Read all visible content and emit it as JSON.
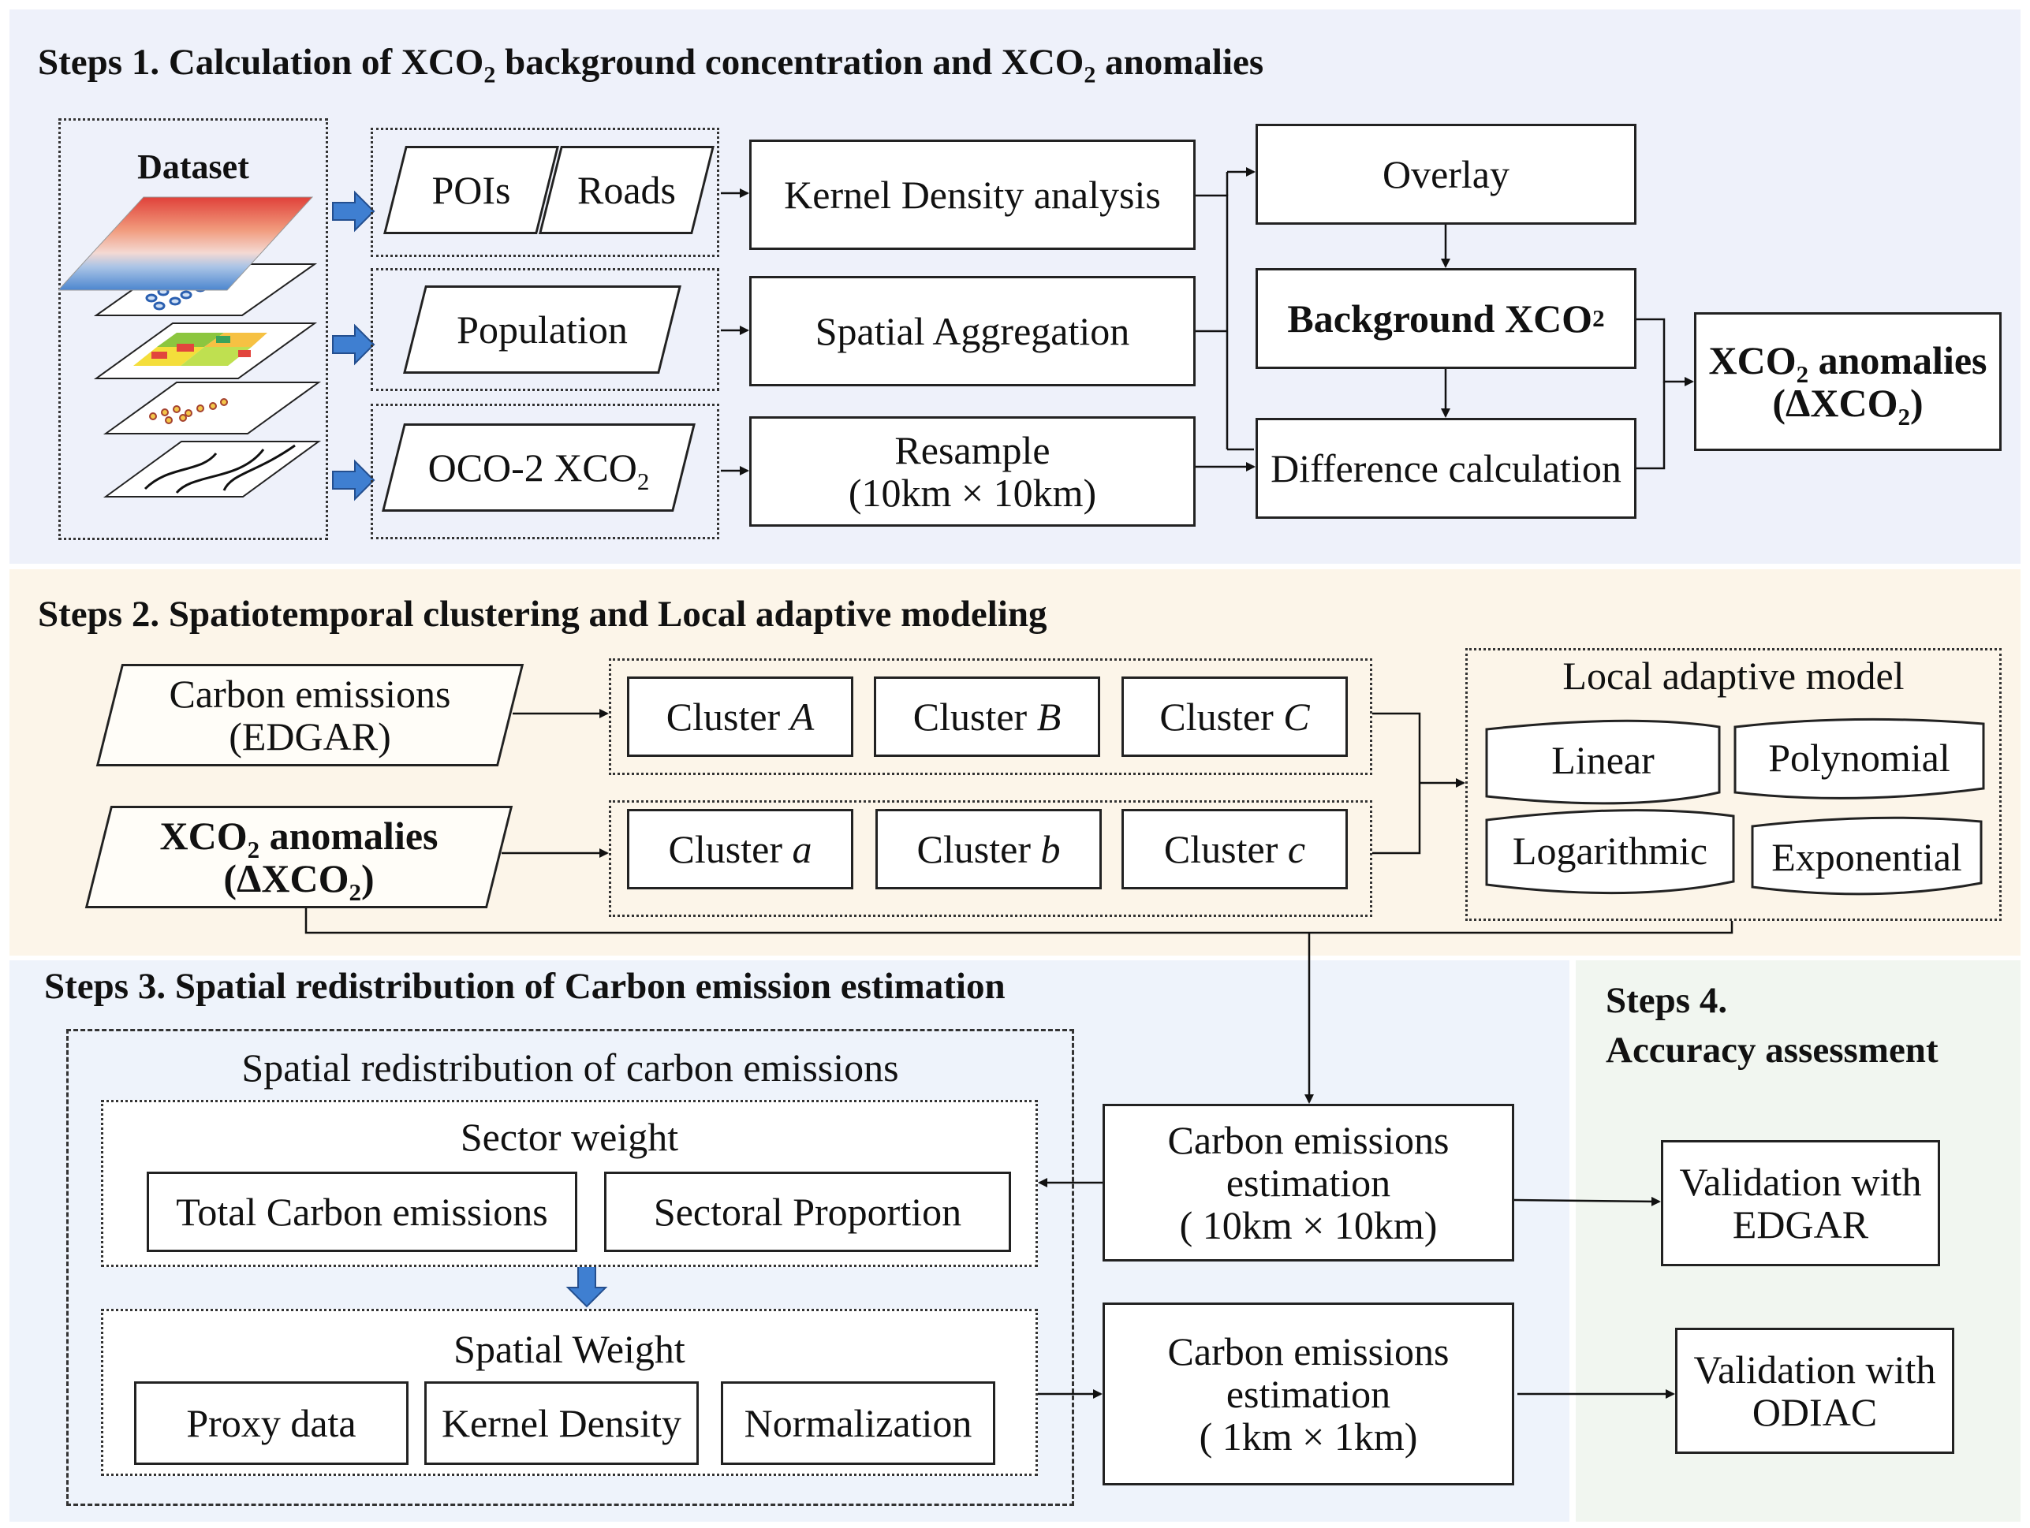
{
  "step1": {
    "title": "Steps 1. Calculation of XCO",
    "title_sub": "2",
    "title_rest": " background concentration and XCO",
    "title_sub2": "2",
    "title_end": " anomalies",
    "dataset_label": "Dataset",
    "pois": "POIs",
    "roads": "Roads",
    "population": "Population",
    "oco2": "OCO-2 XCO",
    "oco2_sub": "2",
    "kde": "Kernel Density analysis",
    "spatial_agg": "Spatial Aggregation",
    "resample_line1": "Resample",
    "resample_line2": "(10km × 10km)",
    "overlay": "Overlay",
    "background": "Background XCO",
    "background_sub": "2",
    "difference": "Difference calculation",
    "anomalies_line1": "XCO",
    "anomalies_line1_sub": "2",
    "anomalies_line1_rest": " anomalies",
    "anomalies_line2": "(ΔXCO",
    "anomalies_line2_sub": "2",
    "anomalies_line2_rest": ")"
  },
  "step2": {
    "title": "Steps 2. Spatiotemporal clustering and Local adaptive modeling",
    "carbon_line1": "Carbon emissions",
    "carbon_line2": "(EDGAR)",
    "anom_line1": "XCO",
    "anom_line1_sub": "2",
    "anom_line1_rest": " anomalies",
    "anom_line2": "(ΔXCO",
    "anom_line2_sub": "2",
    "anom_line2_rest": ")",
    "cluster_prefix": "Cluster ",
    "clusters_upper": [
      "A",
      "B",
      "C"
    ],
    "clusters_lower": [
      "a",
      "b",
      "c"
    ],
    "model_title": "Local adaptive model",
    "models": [
      "Linear",
      "Polynomial",
      "Logarithmic",
      "Exponential"
    ]
  },
  "step3": {
    "title": "Steps 3. Spatial redistribution of Carbon emission estimation",
    "redistribution_label": "Spatial redistribution of carbon emissions",
    "sector_weight": "Sector weight",
    "total_carbon": "Total Carbon emissions",
    "sectoral_proportion": "Sectoral Proportion",
    "spatial_weight": "Spatial Weight",
    "proxy_data": "Proxy data",
    "kernel_density": "Kernel Density",
    "normalization": "Normalization",
    "est10_line1": "Carbon emissions",
    "est10_line2": "estimation",
    "est10_line3": "( 10km × 10km)",
    "est1_line1": "Carbon emissions",
    "est1_line2": "estimation",
    "est1_line3": "( 1km × 1km)"
  },
  "step4": {
    "title_line1": "Steps 4.",
    "title_line2": "Accuracy assessment",
    "val_edgar_line1": "Validation with",
    "val_edgar_line2": "EDGAR",
    "val_odiac_line1": "Validation with",
    "val_odiac_line2": "ODIAC"
  },
  "colors": {
    "panel1": "#eef1fa",
    "panel2": "#fcf5e9",
    "panel3": "#eef3fb",
    "panel4": "#f1f6f0",
    "blue_arrow": "#3f7fd1"
  }
}
